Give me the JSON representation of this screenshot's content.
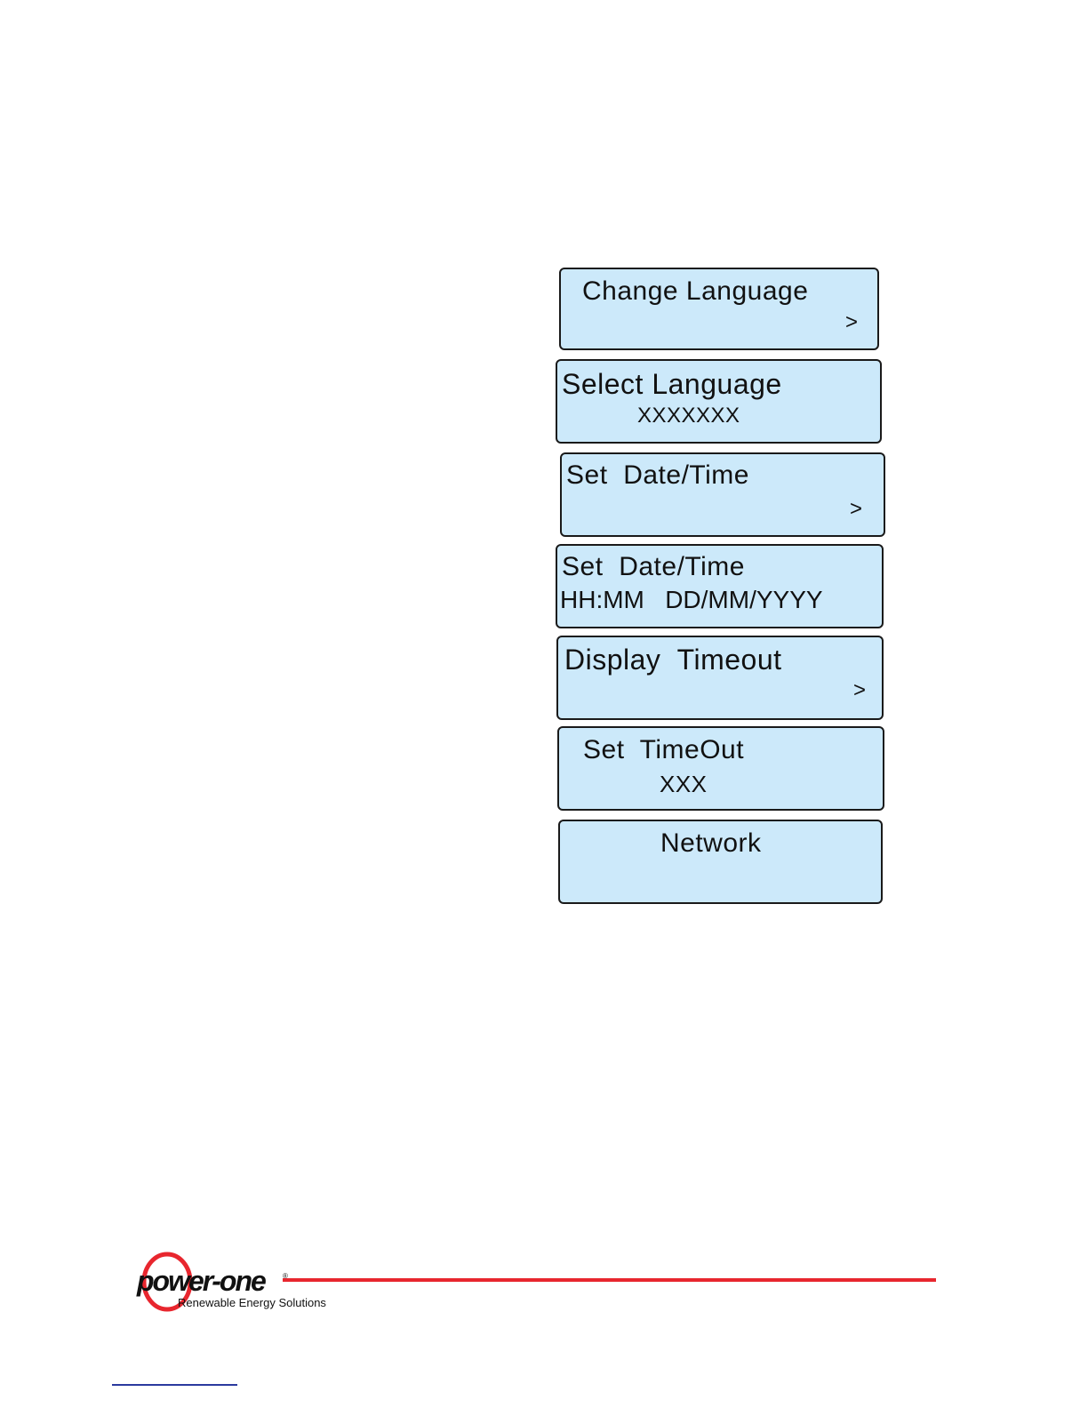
{
  "screens": [
    {
      "line1": "Change Language",
      "line2": ">"
    },
    {
      "line1": "Select Language",
      "line2": "XXXXXXX"
    },
    {
      "line1": "Set  Date/Time",
      "line2": ">"
    },
    {
      "line1": "Set  Date/Time",
      "line2": "HH:MM   DD/MM/YYYY"
    },
    {
      "line1": "Display  Timeout",
      "line2": ">"
    },
    {
      "line1": "Set  TimeOut",
      "line2": "XXX"
    },
    {
      "line1": "Network",
      "line2": ""
    }
  ],
  "footer": {
    "brand": "power-one",
    "tagline": "Renewable Energy Solutions",
    "colors": {
      "brand_red": "#e8262e",
      "screen_bg": "#cce9fa"
    }
  }
}
